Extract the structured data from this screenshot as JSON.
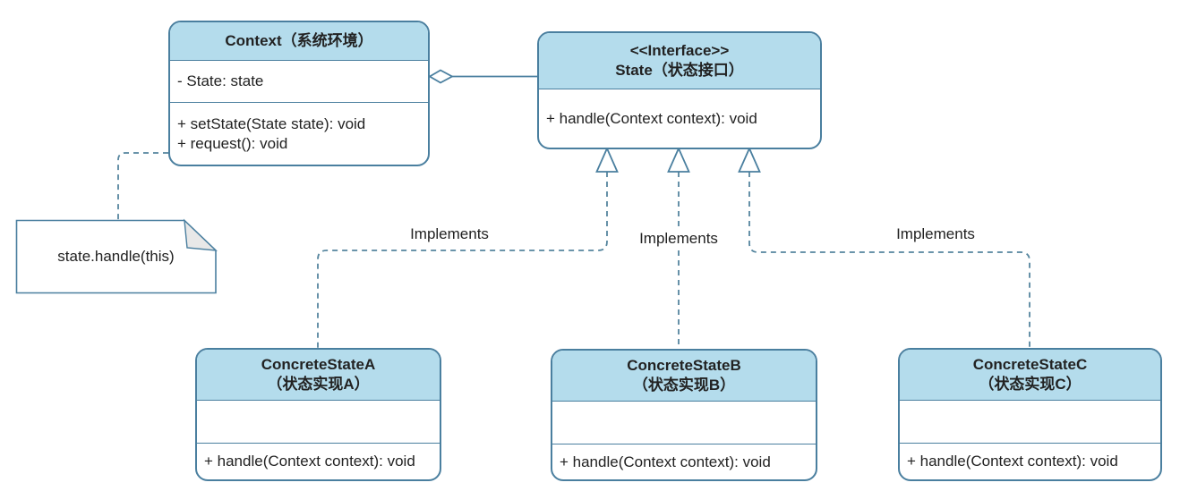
{
  "diagram": {
    "type": "uml-class-diagram",
    "pattern": "State",
    "colors": {
      "box_border": "#4a7f9f",
      "header_fill": "#b4dcec",
      "text": "#222222",
      "note_fold": "#e8e8e8",
      "dash": "#55859e",
      "background": "#ffffff"
    },
    "classes": {
      "context": {
        "title": "Context（系统环境）",
        "attributes": [
          "- State: state"
        ],
        "methods": [
          "+ setState(State state): void",
          "+ request(): void"
        ]
      },
      "state_interface": {
        "stereotype": "<<Interface>>",
        "title": "State（状态接口）",
        "methods": [
          "+ handle(Context context): void"
        ]
      },
      "concrete_state_a": {
        "name": "ConcreteStateA",
        "name_cn": "（状态实现A）",
        "methods": [
          "+ handle(Context context): void"
        ]
      },
      "concrete_state_b": {
        "name": "ConcreteStateB",
        "name_cn": "（状态实现B）",
        "methods": [
          "+ handle(Context context): void"
        ]
      },
      "concrete_state_c": {
        "name": "ConcreteStateC",
        "name_cn": "（状态实现C）",
        "methods": [
          "+ handle(Context context): void"
        ]
      }
    },
    "note": {
      "text": "state.handle(this)"
    },
    "edges": {
      "implements_label": "Implements"
    }
  }
}
